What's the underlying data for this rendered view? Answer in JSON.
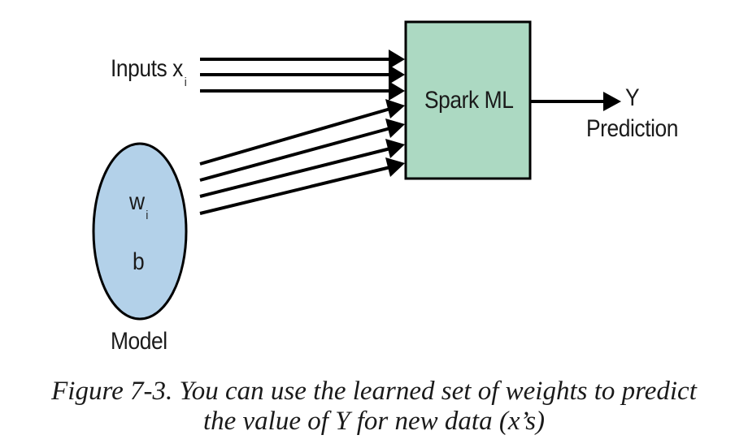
{
  "inputs_label": {
    "text": "Inputs x",
    "subscript": "i"
  },
  "model": {
    "weight_label": {
      "text": "w",
      "subscript": "i"
    },
    "bias_label": "b",
    "name": "Model"
  },
  "processor": {
    "label": "Spark ML"
  },
  "output": {
    "variable": "Y",
    "label": "Prediction"
  },
  "caption": {
    "line1": "Figure 7-3. You can use the learned set of weights to predict",
    "line2": "the value of Y for new data (x’s)"
  },
  "colors": {
    "box_fill": "#acd9c2",
    "ellipse_fill": "#b3d1e9",
    "stroke": "#000000"
  }
}
